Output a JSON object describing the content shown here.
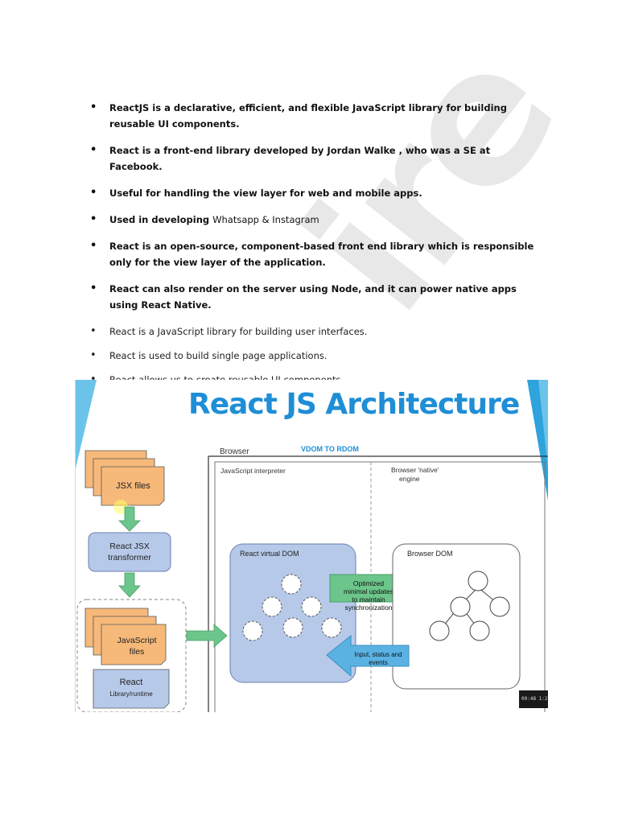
{
  "bullets": [
    {
      "type": "bold",
      "text": "ReactJS is a declarative, efficient, and flexible JavaScript library for building reusable UI components."
    },
    {
      "type": "bold",
      "pre": "React is a front-end library developed by ",
      "strong": "Jordan Walke",
      "post": " , who was a SE at Facebook."
    },
    {
      "type": "bold",
      "text": "Useful for handling the view layer for web and mobile apps."
    },
    {
      "type": "mixed",
      "text": "Used in developing ",
      "rest": "Whatsapp & Instagram"
    },
    {
      "type": "bold",
      "text": "React is an open-source, component-based front end library which is responsible only for the view layer of the application."
    },
    {
      "type": "bold",
      "text": "React can also render on the server using Node, and it can power native apps using React Native."
    },
    {
      "type": "plain",
      "text": "React is a JavaScript library for building user interfaces."
    },
    {
      "type": "plain",
      "text": "React is used to build single page applications."
    },
    {
      "type": "plain",
      "text": "React allows us to create reusable UI components."
    }
  ],
  "watermark": "ire",
  "slide": {
    "title": "React JS Architecture",
    "browser_label": "Browser",
    "vdom_label": "VDOM TO RDOM",
    "js_interpreter_label": "JavaScript interpreter",
    "native_engine_label": "Browser 'native' engine",
    "jsx_files_label": "JSX files",
    "transformer_label": "React JSX transformer",
    "js_files_label": "JavaScript files",
    "react_label": "React",
    "runtime_label": "Library/runtime",
    "virtual_dom_label": "React virtual DOM",
    "browser_dom_label": "Browser DOM",
    "optimized_label": "Optimized minimal updates to maintain synchronization",
    "input_label": "Input, status and events",
    "video_time": "00:48  1:2"
  },
  "colors": {
    "title_blue": "#1e8ed6",
    "file_orange": "#f6b97a",
    "box_blue": "#b7c9e9",
    "arrow_green": "#6cc58a",
    "arrow_blue": "#5ab2e3",
    "accent_cyan": "#2ea3dc"
  }
}
